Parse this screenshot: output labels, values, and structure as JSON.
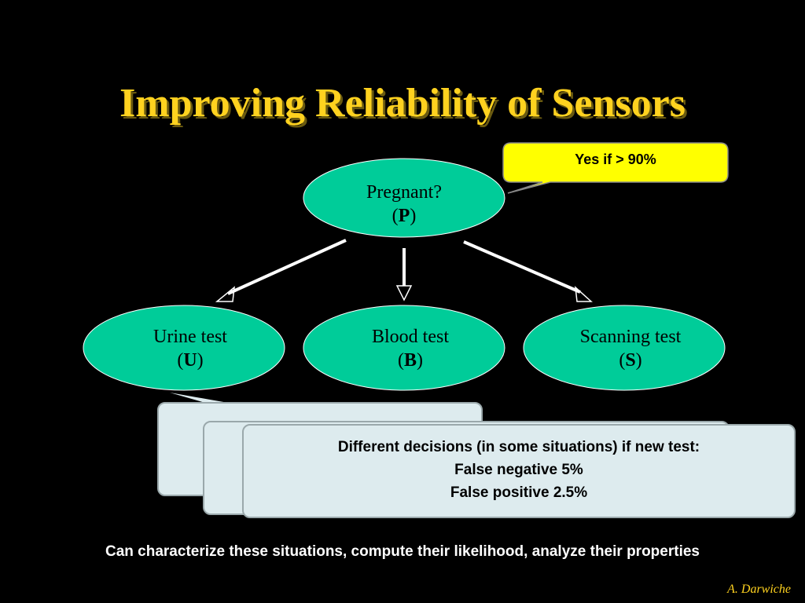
{
  "slide": {
    "title": "Improving Reliability of Sensors",
    "author": "A. Darwiche",
    "footer": "Can characterize these situations, compute their likelihood, analyze their properties"
  },
  "nodes": {
    "pregnant": {
      "label": "Pregnant?",
      "symbol": "P"
    },
    "urine": {
      "label": "Urine test",
      "symbol": "U"
    },
    "blood": {
      "label": "Blood test",
      "symbol": "B"
    },
    "scanning": {
      "label": "Scanning test",
      "symbol": "S"
    }
  },
  "callout": {
    "text": "Yes if  > 90%"
  },
  "note_card": {
    "heading": "Different decisions (in some situations) if new test:",
    "line1": "False negative 5%",
    "line2": "False positive 2.5%"
  },
  "colors": {
    "background": "#000000",
    "title": "#FFD21F",
    "node_fill": "#00CC99",
    "callout_fill": "#FFFF00",
    "card_fill": "#DDEBEE"
  }
}
